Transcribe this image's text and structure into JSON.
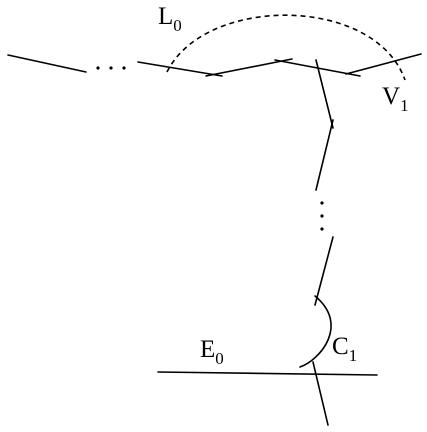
{
  "labels": {
    "L": {
      "main": "L",
      "sub": "0"
    },
    "V": {
      "main": "V",
      "sub": "1"
    },
    "E": {
      "main": "E",
      "sub": "0"
    },
    "C": {
      "main": "C",
      "sub": "1"
    }
  },
  "ellipsis_horizontal": "· · ·",
  "ellipsis_vertical": "·"
}
